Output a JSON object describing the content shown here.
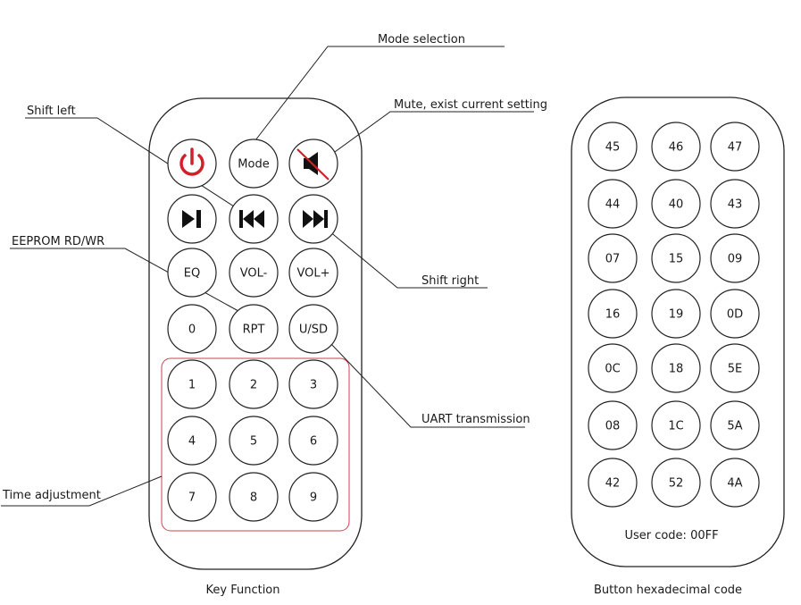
{
  "left_remote": {
    "caption": "Key Function",
    "labels": {
      "mode_selection": "Mode selection",
      "mute": "Mute, exist current setting",
      "shift_left": "Shift left",
      "eeprom": "EEPROM RD/WR",
      "shift_right": "Shift right",
      "uart": "UART transmission",
      "time_adjustment": "Time adjustment"
    },
    "buttons": {
      "power": "power-icon",
      "mode": "Mode",
      "mute": "mute-icon",
      "play_pause": "play-pause-icon",
      "prev": "previous-icon",
      "next": "next-icon",
      "eq": "EQ",
      "vol_down": "VOL-",
      "vol_up": "VOL+",
      "zero": "0",
      "rpt": "RPT",
      "usd": "U/SD",
      "one": "1",
      "two": "2",
      "three": "3",
      "four": "4",
      "five": "5",
      "six": "6",
      "seven": "7",
      "eight": "8",
      "nine": "9"
    },
    "colors": {
      "power": "#d0202a",
      "time_box": "#d04050"
    }
  },
  "right_remote": {
    "caption": "Button hexadecimal code",
    "user_code": "User code: 00FF",
    "codes": [
      [
        "45",
        "46",
        "47"
      ],
      [
        "44",
        "40",
        "43"
      ],
      [
        "07",
        "15",
        "09"
      ],
      [
        "16",
        "19",
        "0D"
      ],
      [
        "0C",
        "18",
        "5E"
      ],
      [
        "08",
        "1C",
        "5A"
      ],
      [
        "42",
        "52",
        "4A"
      ]
    ]
  }
}
